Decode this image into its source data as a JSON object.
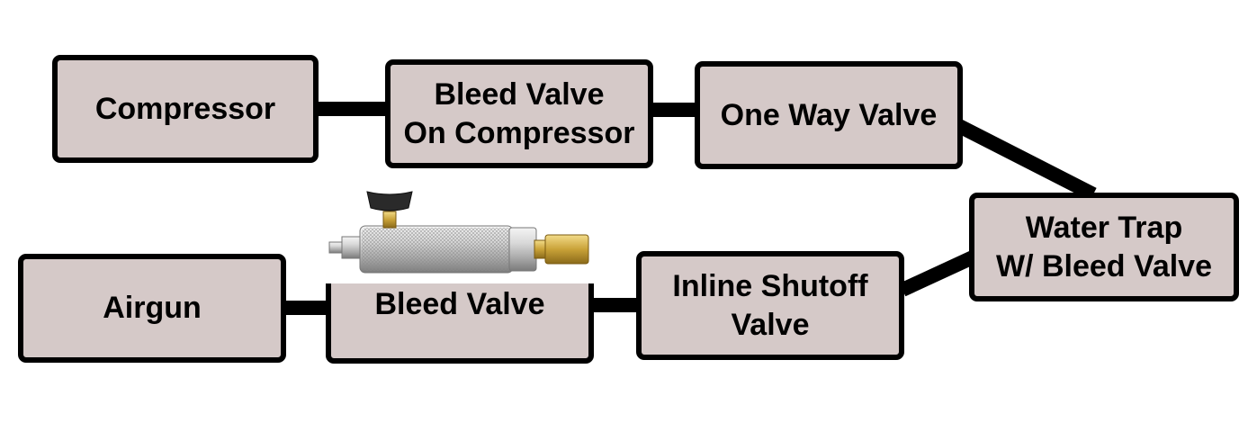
{
  "diagram": {
    "nodes": [
      {
        "id": "compressor",
        "label": "Compressor"
      },
      {
        "id": "bleed-valve-on-compressor",
        "label": "Bleed Valve\nOn Compressor"
      },
      {
        "id": "one-way-valve",
        "label": "One Way Valve"
      },
      {
        "id": "water-trap",
        "label": "Water Trap\nW/ Bleed Valve"
      },
      {
        "id": "inline-shutoff-valve",
        "label": "Inline Shutoff\nValve"
      },
      {
        "id": "bleed-valve",
        "label": "Bleed Valve"
      },
      {
        "id": "airgun",
        "label": "Airgun"
      }
    ],
    "edges": [
      [
        "compressor",
        "bleed-valve-on-compressor"
      ],
      [
        "bleed-valve-on-compressor",
        "one-way-valve"
      ],
      [
        "one-way-valve",
        "water-trap"
      ],
      [
        "water-trap",
        "inline-shutoff-valve"
      ],
      [
        "inline-shutoff-valve",
        "bleed-valve"
      ],
      [
        "bleed-valve",
        "airgun"
      ]
    ],
    "colors": {
      "node_fill": "#d5c9c8",
      "stroke": "#000000"
    },
    "photo": "bleed-valve-photo"
  }
}
